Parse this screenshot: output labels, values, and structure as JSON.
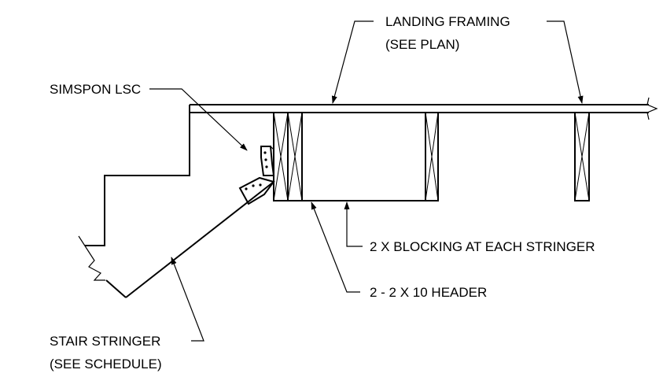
{
  "labels": {
    "landing_framing_line1": "LANDING FRAMING",
    "landing_framing_line2": "(SEE PLAN)",
    "simpson_lsc": "SIMSPON LSC",
    "blocking": "2 X BLOCKING AT  EACH STRINGER",
    "header": "2 - 2 X 10 HEADER",
    "stair_stringer_line1": "STAIR STRINGER",
    "stair_stringer_line2": "(SEE SCHEDULE)"
  }
}
